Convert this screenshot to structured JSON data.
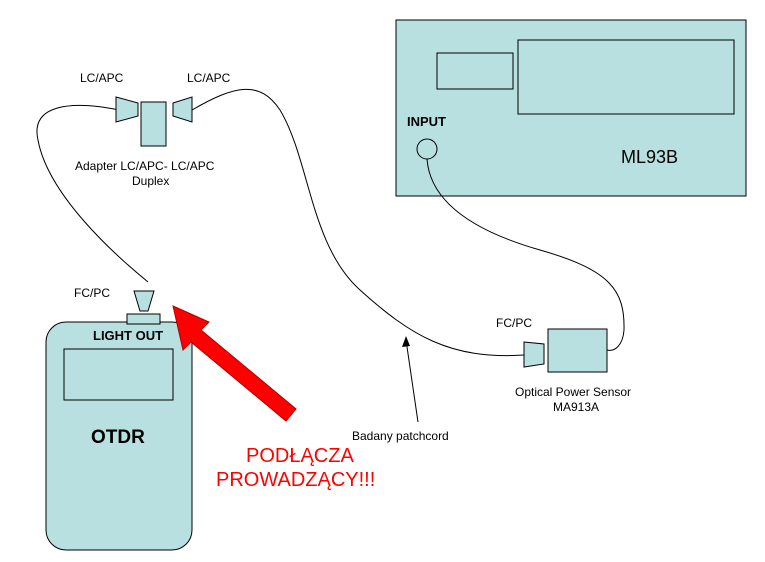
{
  "colors": {
    "device_fill": "#b8e0e0",
    "stroke": "#000000",
    "arrow_red": "#ff0000",
    "warning_text": "#ff0000"
  },
  "labels": {
    "lc_apc_left": "LC/APC",
    "lc_apc_right": "LC/APC",
    "adapter_line1": "Adapter LC/APC- LC/APC",
    "adapter_line2": "Duplex",
    "input": "INPUT",
    "ml93b": "ML93B",
    "fc_pc_otdr": "FC/PC",
    "light_out": "LIGHT OUT",
    "otdr": "OTDR",
    "fc_pc_sensor": "FC/PC",
    "sensor_line1": "Optical Power Sensor",
    "sensor_line2": "MA913A",
    "patchcord": "Badany patchcord",
    "warning_line1": "PODŁĄCZA",
    "warning_line2": "PROWADZĄCY!!!"
  }
}
